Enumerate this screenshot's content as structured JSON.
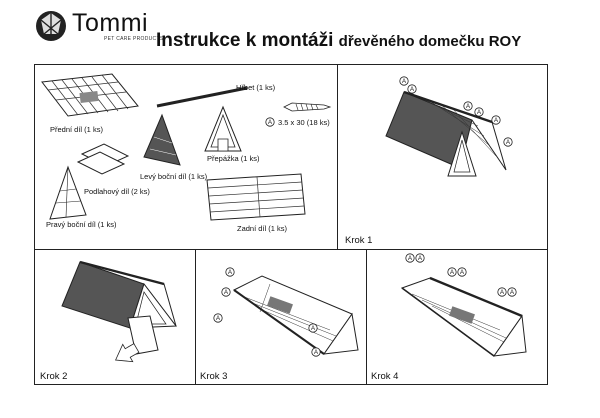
{
  "header": {
    "brand": "Tommi",
    "brand_tagline": "PET CARE PRODUCTS",
    "title_main": "Instrukce k montáži",
    "title_sub": "dřevěného domečku ROY"
  },
  "parts": {
    "front": "Přední díl (1 ks)",
    "ridge": "Hřbet (1 ks)",
    "screw_mark": "A",
    "screw": "3.5 x 30 (18 ks)",
    "divider": "Přepážka (1 ks)",
    "left_side": "Levý boční díl (1 ks)",
    "floor": "Podlahový díl (2 ks)",
    "right_side": "Pravý boční díl (1 ks)",
    "back": "Zadní díl (1 ks)"
  },
  "steps": {
    "step1": "Krok 1",
    "step2": "Krok 2",
    "step3": "Krok 3",
    "step4": "Krok 4"
  },
  "marker": "A"
}
